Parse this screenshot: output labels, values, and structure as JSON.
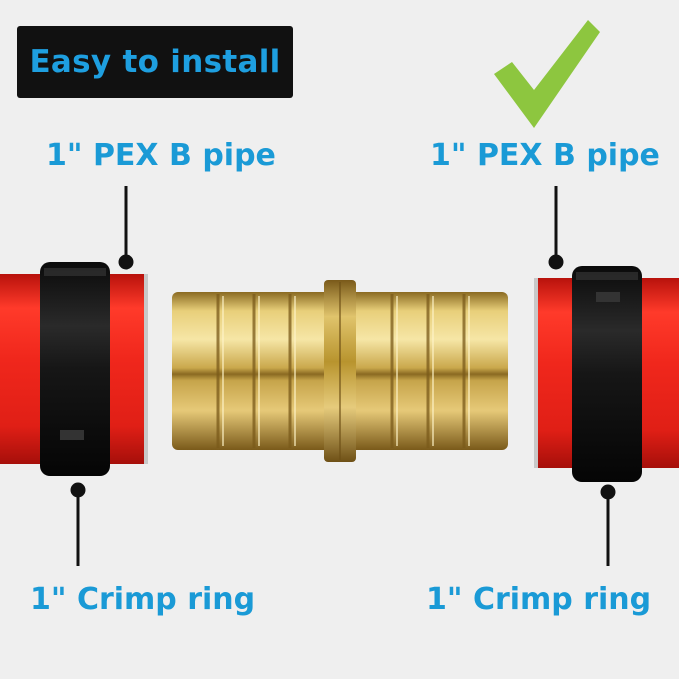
{
  "badge": {
    "text": "Easy to install"
  },
  "labels": {
    "pipe_left": "1\" PEX B pipe",
    "pipe_right": "1\" PEX B pipe",
    "ring_left": "1\" Crimp ring",
    "ring_right": "1\" Crimp ring"
  },
  "icons": {
    "check": "checkmark-icon"
  },
  "colors": {
    "background": "#efefef",
    "label_blue": "#1a9ad6",
    "badge_bg": "#111111",
    "badge_text": "#1e9fe0",
    "pipe_red": "#e8221a",
    "ring_black": "#141414",
    "brass": "#c9a94a",
    "check_green": "#8dc63f"
  }
}
